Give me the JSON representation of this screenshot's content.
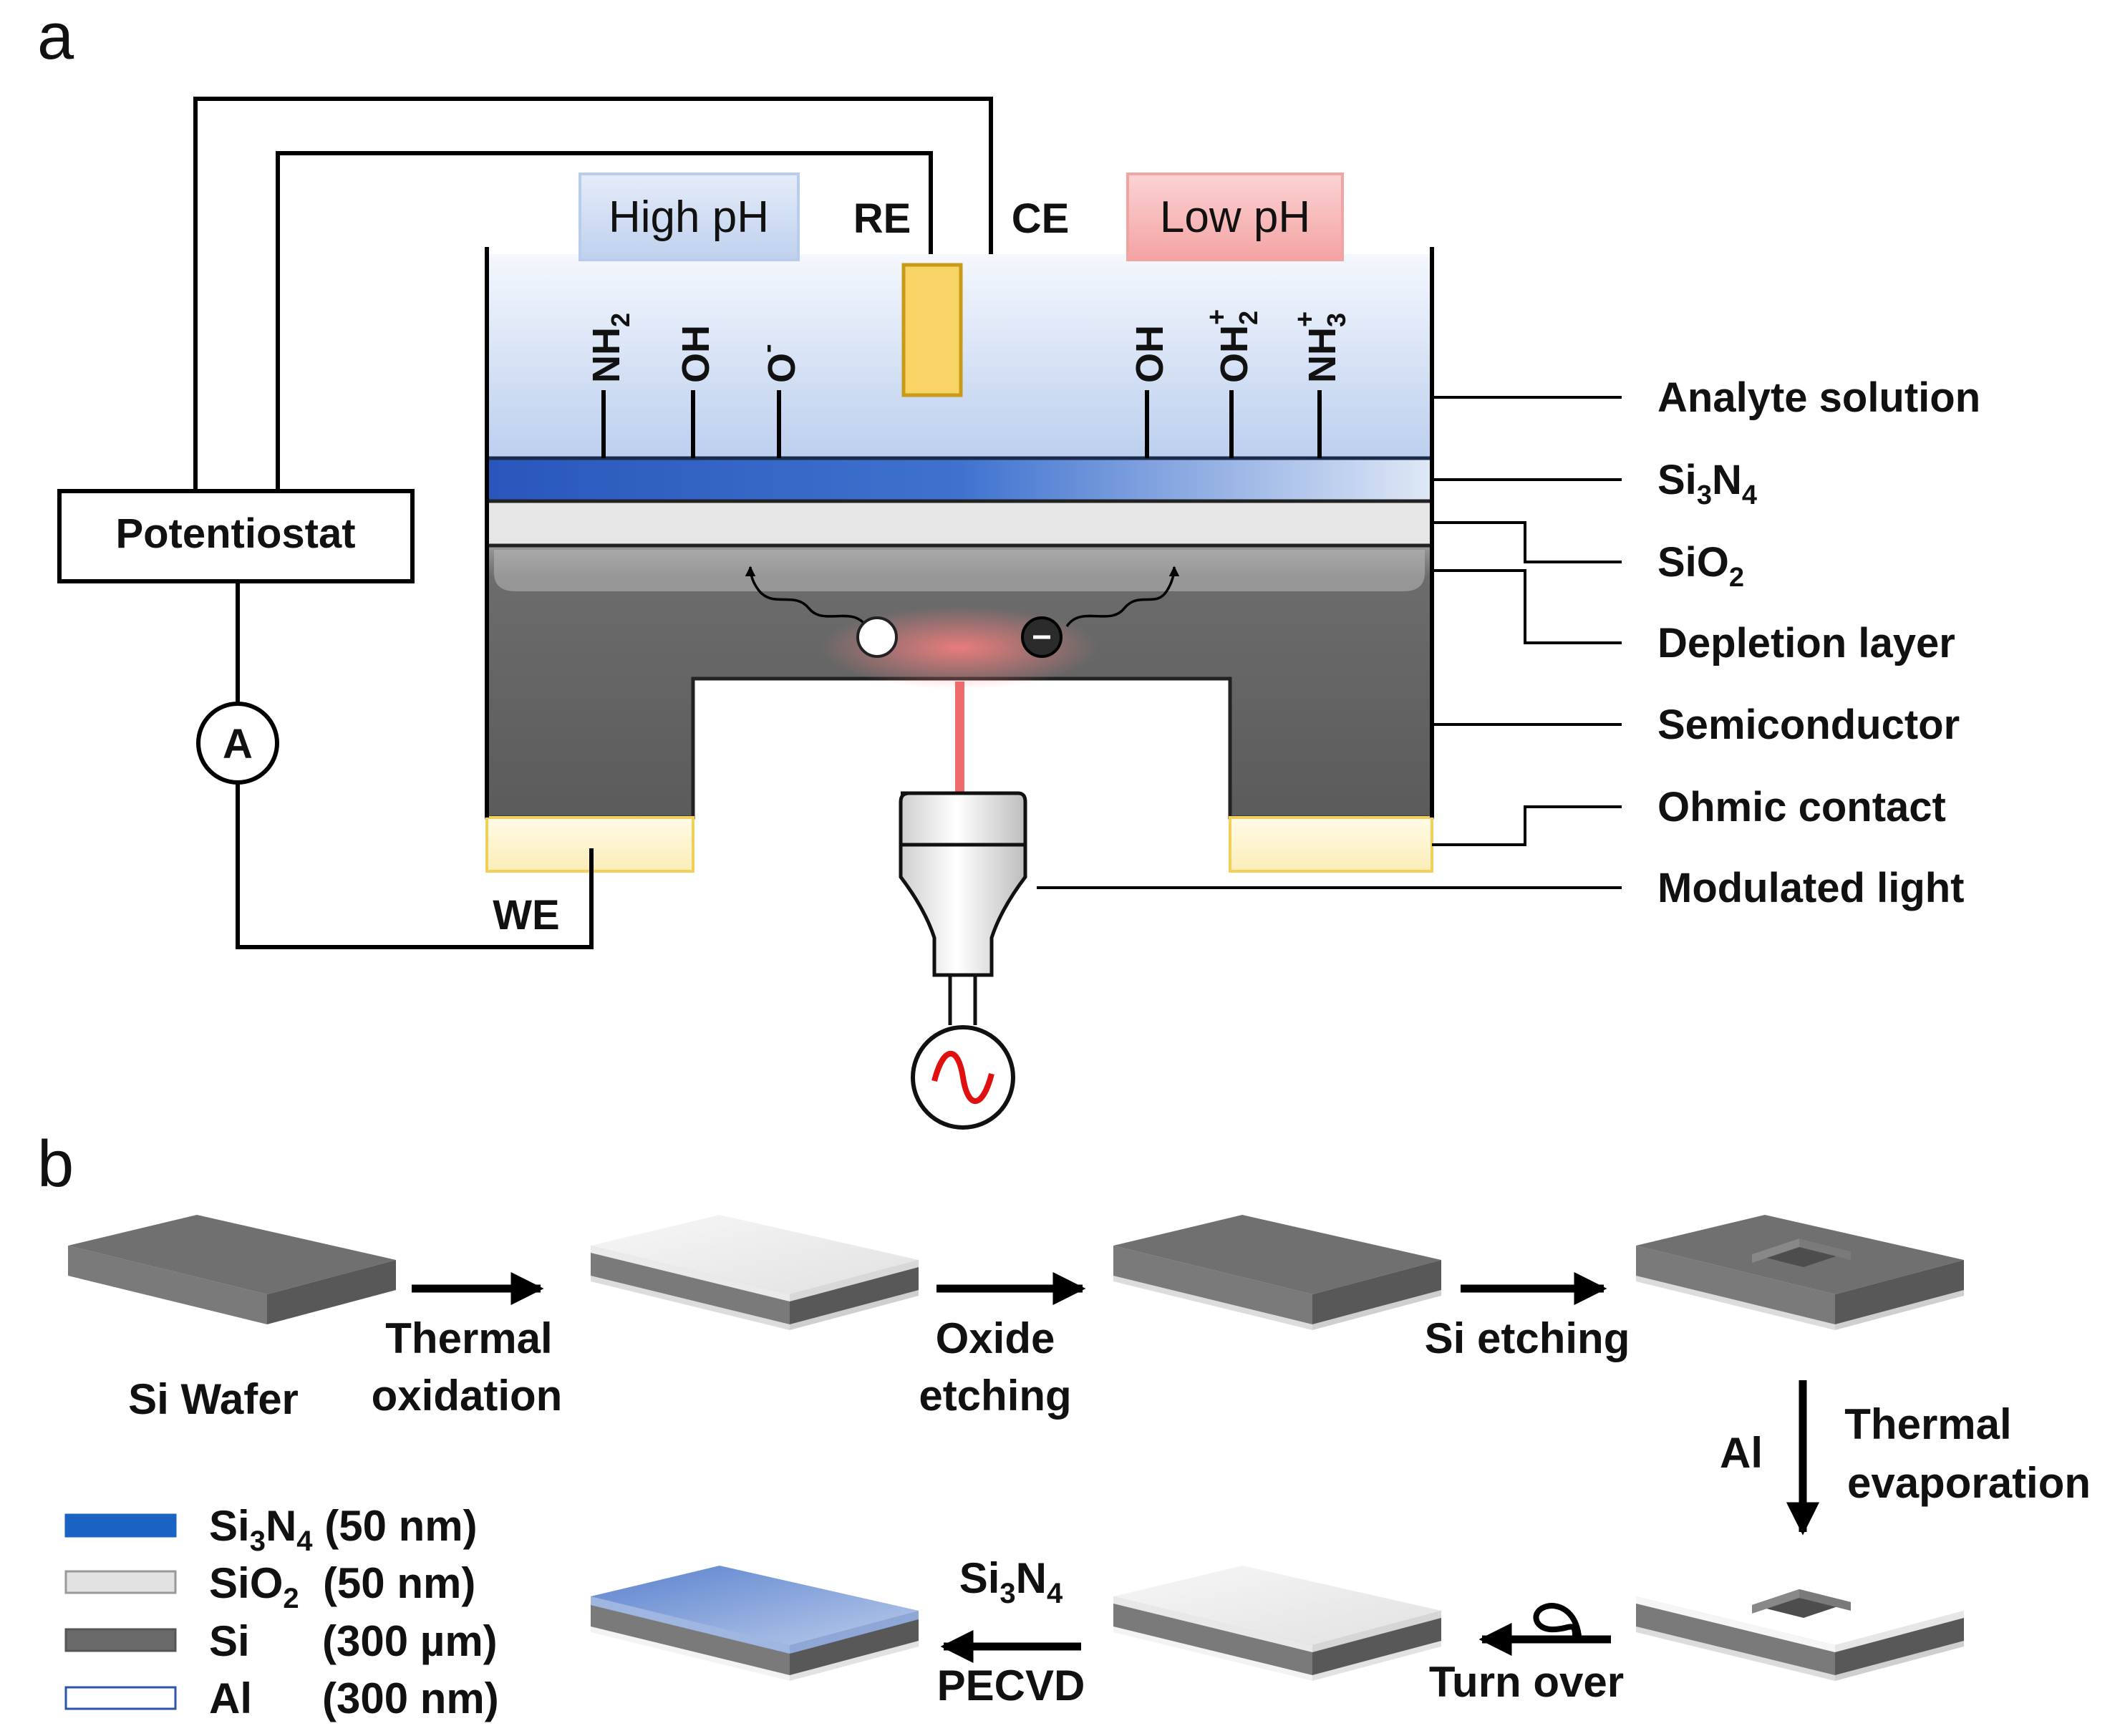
{
  "panel_a": {
    "letter": "a",
    "potentiostat": "Potentiostat",
    "ammeter": "A",
    "we": "WE",
    "re": "RE",
    "ce": "CE",
    "high_ph": "High pH",
    "low_ph": "Low pH",
    "groups_left": [
      {
        "base": "NH",
        "sub": "2",
        "sup": ""
      },
      {
        "base": "OH",
        "sub": "",
        "sup": ""
      },
      {
        "base": "O",
        "sub": "",
        "sup": "-"
      }
    ],
    "groups_right": [
      {
        "base": "OH",
        "sub": "",
        "sup": ""
      },
      {
        "base": "OH",
        "sub": "2",
        "sup": "+"
      },
      {
        "base": "NH",
        "sub": "3",
        "sup": "+"
      }
    ],
    "labels": {
      "analyte": "Analyte solution",
      "si3n4": {
        "a": "Si",
        "s1": "3",
        "b": "N",
        "s2": "4"
      },
      "sio2": {
        "a": "SiO",
        "s1": "2"
      },
      "depletion": "Depletion layer",
      "semiconductor": "Semiconductor",
      "ohmic": "Ohmic contact",
      "light": "Modulated light"
    },
    "colors": {
      "solution_top": "#f3f7fd",
      "solution_bottom": "#bcd0ee",
      "nitride": "#2e5fc0",
      "oxide": "#e4e4e4",
      "semiconductor": "#5e5e5e",
      "contact": "#fdf2c6",
      "contact_border": "#f2d36a",
      "electrode": "#f8d466",
      "electrode_border": "#c99a18",
      "laser": "#e03030"
    }
  },
  "panel_b": {
    "letter": "b",
    "steps": {
      "wafer": "Si Wafer",
      "thermal_ox_1": "Thermal",
      "thermal_ox_2": "oxidation",
      "oxide_etch_1": "Oxide",
      "oxide_etch_2": "etching",
      "si_etch": "Si etching",
      "al": "Al",
      "evap_1": "Thermal",
      "evap_2": "evaporation",
      "turn_over": "Turn over",
      "pecvd_chem": {
        "a": "Si",
        "s1": "3",
        "b": "N",
        "s2": "4"
      },
      "pecvd": "PECVD"
    },
    "legend": [
      {
        "a": "Si",
        "s1": "3",
        "b": "N",
        "s2": "4",
        "rest": " (50 nm)",
        "color": "#1a62c4",
        "border": "#1a62c4"
      },
      {
        "a": "SiO",
        "s1": "2",
        "b": "",
        "s2": "",
        "rest": "  (50 nm)",
        "color": "#e2e2e2",
        "border": "#999999"
      },
      {
        "a": "Si",
        "s1": "",
        "b": "",
        "s2": "",
        "rest": "",
        "value": "(300 µm)",
        "color": "#6a6a6a",
        "border": "#555555"
      },
      {
        "a": "Al",
        "s1": "",
        "b": "",
        "s2": "",
        "rest": "",
        "value": "(300 nm)",
        "color": "#ffffff",
        "border": "#2a55a8"
      }
    ]
  }
}
